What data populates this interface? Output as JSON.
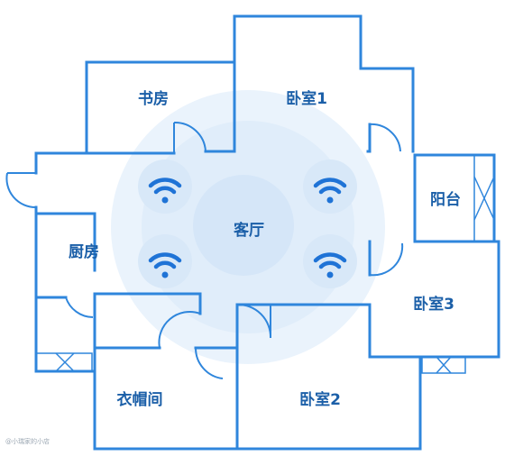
{
  "rooms": {
    "study": "书房",
    "bedroom1": "卧室1",
    "living": "客厅",
    "balcony": "阳台",
    "kitchen": "厨房",
    "bedroom3": "卧室3",
    "cloakroom": "衣帽间",
    "bedroom2": "卧室2"
  },
  "icons": {
    "router": "wifi-icon",
    "count": 4
  },
  "colors": {
    "wall": "#2f86dc",
    "label": "#1b5fa8",
    "coverage_outer": "#eaf3fc",
    "coverage_inner": "#d8e8f8",
    "wifi": "#1f73d6"
  },
  "watermark": "@小瑞家的小店"
}
